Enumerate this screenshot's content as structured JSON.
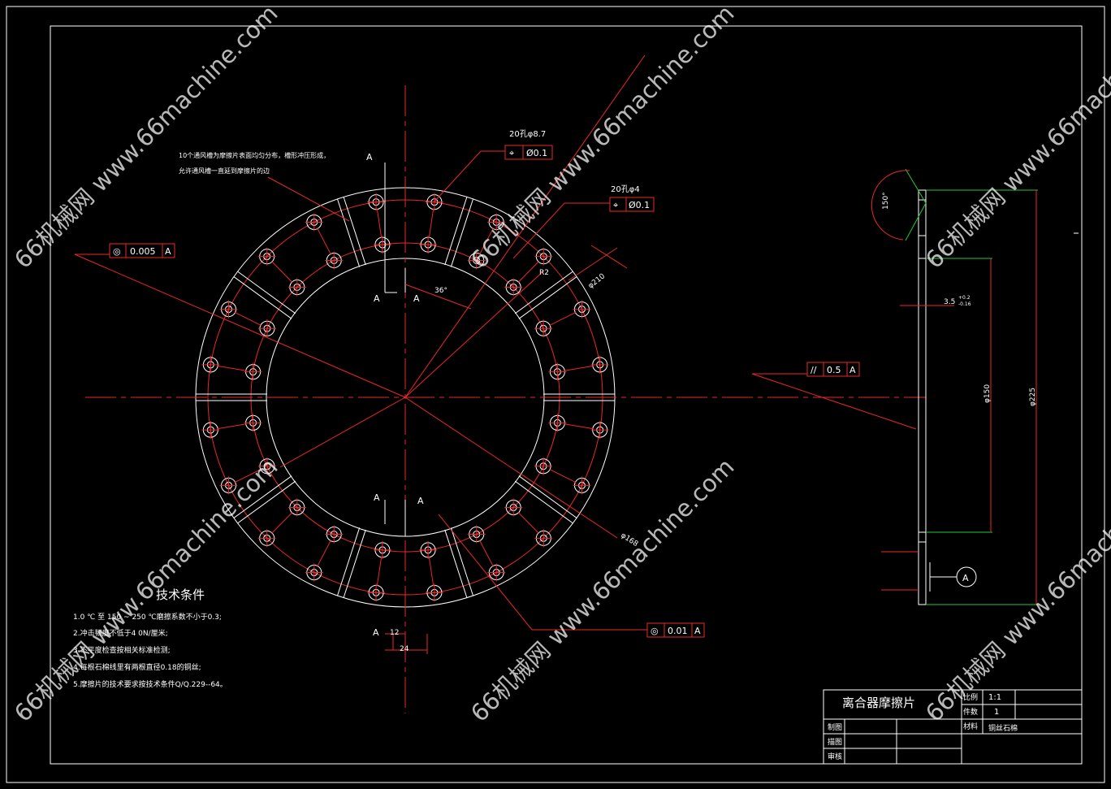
{
  "colors": {
    "background": "#000000",
    "outline": "#ffffff",
    "dimension": "#e8282a",
    "green": "#22c93b"
  },
  "labels": {
    "section_a": "A",
    "slot_note_1": "10个通风槽为摩擦片表面均匀分布，槽形冲压形成，",
    "slot_note_2": "允许通风槽一直延到摩擦片的边",
    "holes_87": "20孔φ8.7",
    "holes_4": "20孔φ4",
    "angle_36": "36°",
    "r2": "R2",
    "dia_210": "φ210",
    "dia_168": "φ168",
    "dim_12": "12",
    "dim_24": "24",
    "angle_150": "150°",
    "thickness": "3.5",
    "thickness_tol_upper": "+0.2",
    "thickness_tol_lower": "-0.16",
    "dia_150": "φ150",
    "dia_225": "φ225",
    "datum_a": "A"
  },
  "tolerances": {
    "position_087": {
      "symbol": "⌖",
      "value": "Ø0.1"
    },
    "position_4": {
      "symbol": "⌖",
      "value": "Ø0.1"
    },
    "concentric_top": {
      "symbol": "◎",
      "value": "0.005",
      "datum": "A"
    },
    "concentric_bottom": {
      "symbol": "◎",
      "value": "0.01",
      "datum": "A"
    },
    "parallel": {
      "symbol": "//",
      "value": "0.5",
      "datum": "A"
    }
  },
  "tech": {
    "title": "技术条件",
    "items": [
      "1.0 ℃ 至 150 ~ 250 ℃磨擦系数不小于0.3;",
      "2.冲击韧度不低于4 0N/厘米;",
      "3.不平度检查按相关标准检测;",
      "4.每根石棉线里有两根直径0.18的铜丝;",
      "5.摩擦片的技术要求按技术条件Q/Q.229--64。"
    ]
  },
  "title_block": {
    "name": "离合器摩擦片",
    "scale_label": "比例",
    "scale_value": "1:1",
    "count_label": "件数",
    "count_value": "1",
    "material_label": "材料",
    "material_value": "铜丝石棉",
    "draw_label": "制图",
    "trace_label": "描图",
    "check_label": "审核"
  },
  "watermark": "66机械网 www.66machine.com"
}
